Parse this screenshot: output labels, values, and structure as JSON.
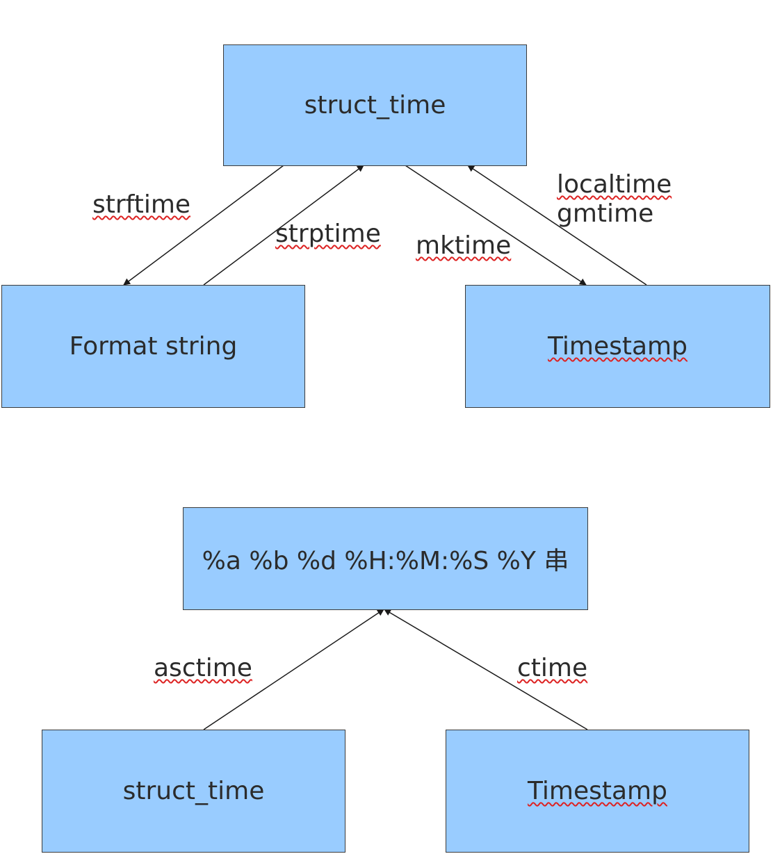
{
  "diagram1": {
    "top_box": "struct_time",
    "left_box": "Format string",
    "right_box": "Timestamp",
    "edge_strftime": "strftime",
    "edge_strptime": "strptime",
    "edge_mktime": "mktime",
    "edge_localtime": "localtime",
    "edge_gmtime": "gmtime"
  },
  "diagram2": {
    "top_box": "%a %b %d %H:%M:%S %Y 串",
    "left_box": "struct_time",
    "right_box": "Timestamp",
    "edge_asctime": "asctime",
    "edge_ctime": "ctime"
  },
  "colors": {
    "box_fill": "#99ccff",
    "box_border": "#3a3a3a",
    "arrow": "#1a1a1a",
    "spellcheck_underline": "#dd2222"
  }
}
